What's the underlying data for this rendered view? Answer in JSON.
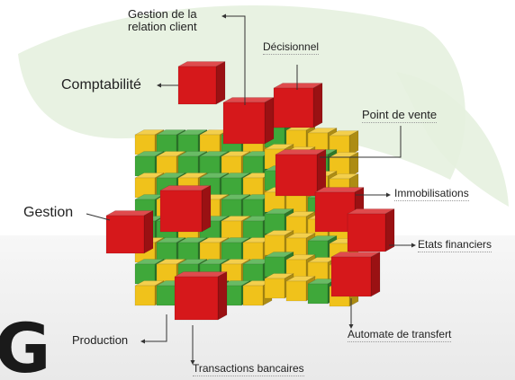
{
  "colors": {
    "red": "#d6181b",
    "green": "#3fa83a",
    "yellow": "#f0c21b",
    "leaf": "#e6f1df",
    "floor": "#efefef",
    "line": "#333333"
  },
  "labels": {
    "gestion_relation_client_l1": "Gestion de la",
    "gestion_relation_client_l2": "relation client",
    "decisionnel": "Décisionnel",
    "comptabilite": "Comptabilité",
    "point_de_vente": "Point de vente",
    "immobilisations": "Immobilisations",
    "gestion": "Gestion",
    "etats_financiers": "Etats financiers",
    "production": "Production",
    "automate_de_transfert": "Automate de transfert",
    "transactions_bancaires": "Transactions bancaires"
  },
  "icons": {
    "main": "cube-cluster-icon",
    "module": "red-cube-icon",
    "background": "leaf-icon"
  }
}
